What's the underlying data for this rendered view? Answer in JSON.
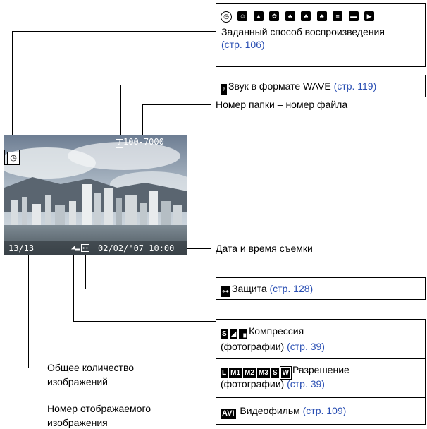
{
  "boxes": {
    "playback": {
      "icons": [
        "clock-icon",
        "portrait-icon",
        "landscape-icon",
        "flower-icon",
        "scene-icon-1",
        "scene-icon-2",
        "scene-icon-3",
        "list-icon",
        "folder-icon",
        "movie-icon"
      ],
      "line1": "Заданный способ воспроизведения",
      "link": "(стр. 106)"
    },
    "sound": {
      "text": "Звук в формате WAVE",
      "link": "(стр. 119)"
    },
    "protect": {
      "text": "Защита",
      "link": "(стр. 128)"
    },
    "compression": {
      "line1": "Компрессия",
      "line2": "(фотографии)",
      "link": "(стр. 39)"
    },
    "resolution": {
      "icons": [
        "L",
        "M1",
        "M2",
        "M3",
        "S",
        "W"
      ],
      "line1": "Разрешение",
      "line2": "(фотографии)",
      "link": "(стр. 39)"
    },
    "movie": {
      "icon": "AVI",
      "text": "Видеофильм",
      "link": "(стр. 109)"
    }
  },
  "labels": {
    "folder": "Номер папки – номер файла",
    "date": "Дата и время съемки",
    "total_line1": "Общее количество",
    "total_line2": "изображений",
    "current_line1": "Номер отображаемого",
    "current_line2": "изображения"
  },
  "screen": {
    "file_number": "100-7000",
    "counter": "13/13",
    "datetime": "02/02/'07 10:00"
  }
}
